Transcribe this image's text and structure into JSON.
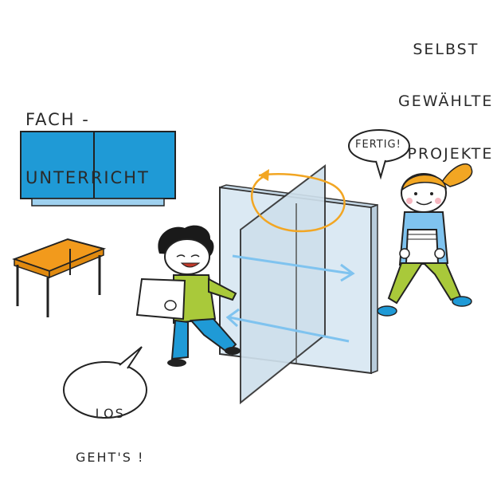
{
  "labels": {
    "fach_line1": "FACH -",
    "fach_line2": "UNTERRICHT",
    "selbst_line1": "SELBST",
    "selbst_line2": "GEWÄHLTE",
    "selbst_line3": "PROJEKTE"
  },
  "bubbles": {
    "fertig": "FERTIG!",
    "los_line1": "LOS",
    "los_line2": "GEHT'S !"
  },
  "colors": {
    "board_blue": "#1f9ad6",
    "table_orange": "#f29a1c",
    "glass": "#dbe9f3",
    "arrow_blue": "#7fc3ef",
    "rotate_orange": "#f2a623",
    "shirt_green": "#a9c93a",
    "pants_blue": "#1f9ad6",
    "hair_orange": "#f2a623"
  },
  "icons": [
    "blackboard",
    "school-desk",
    "rotating-glass-door",
    "boy-with-paper",
    "girl-with-papers"
  ]
}
